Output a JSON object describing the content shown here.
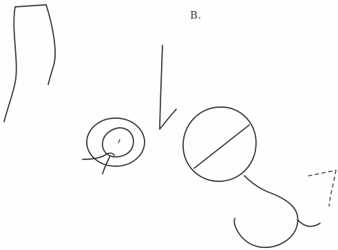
{
  "figure": {
    "label": "B."
  },
  "colors": {
    "ink": "#2f2f2f",
    "paper": "#fefefe"
  },
  "marks": [
    "curved-arc-sign",
    "concentric-spiral-sign",
    "vertical-stroke-sign",
    "crossed-circle-sign",
    "hooked-tail-sign",
    "dashed-seven-sign"
  ]
}
